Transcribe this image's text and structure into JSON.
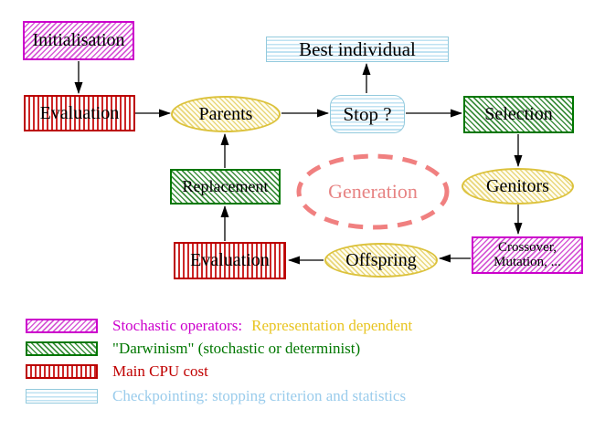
{
  "nodes": {
    "initialisation": {
      "label": "Initialisation"
    },
    "evaluation_top": {
      "label": "Evaluation"
    },
    "parents": {
      "label": "Parents"
    },
    "best_individual": {
      "label": "Best individual"
    },
    "stop": {
      "label": "Stop ?"
    },
    "selection": {
      "label": "Selection"
    },
    "genitors": {
      "label": "Genitors"
    },
    "crossover_mutation": {
      "lines": [
        "Crossover,",
        "Mutation, ..."
      ]
    },
    "offspring": {
      "label": "Offspring"
    },
    "evaluation_bottom": {
      "label": "Evaluation"
    },
    "replacement": {
      "label": "Replacement"
    },
    "generation": {
      "label": "Generation"
    }
  },
  "legend": [
    {
      "pattern": "magenta-diagonal-hatch",
      "label": "Stochastic operators:",
      "label_secondary": "Representation dependent"
    },
    {
      "pattern": "green-diagonal-hatch",
      "label": "\"Darwinism\" (stochastic or determinist)"
    },
    {
      "pattern": "red-vertical-stripes",
      "label": "Main CPU cost"
    },
    {
      "pattern": "blue-horizontal-stripes",
      "label": "Checkpointing: stopping criterion and statistics"
    }
  ],
  "colors": {
    "stochastic_magenta": "#cc00cc",
    "representation_gold": "#e8c420",
    "darwinism_green": "#007700",
    "cpu_red": "#c00000",
    "checkpoint_blue": "#9accec",
    "population_yellow": "#dcc23c",
    "generation_salmon": "#f08080",
    "arrow_black": "#000000"
  }
}
